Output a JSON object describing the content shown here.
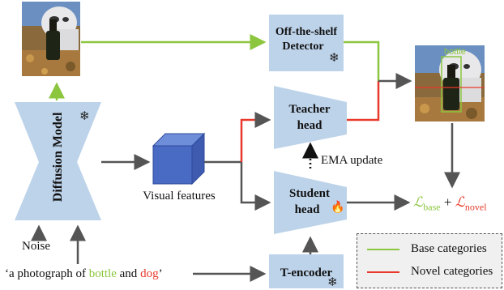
{
  "nodes": {
    "diffusion_model": "Diffusion Model",
    "visual_features": "Visual features",
    "detector_line1": "Off-the-shelf",
    "detector_line2": "Detector",
    "teacher_line1": "Teacher",
    "teacher_line2": "head",
    "student_line1": "Student",
    "student_line2": "head",
    "tencoder": "T-encoder",
    "noise": "Noise",
    "ema_update": "EMA update"
  },
  "prompt": {
    "prefix": "‘a photograph of ",
    "word1": "bottle",
    "middle": " and ",
    "word2": "dog",
    "suffix": "’"
  },
  "loss": {
    "base_symbol": "ℒ",
    "base_sub": "base",
    "plus": " + ",
    "novel_symbol": "ℒ",
    "novel_sub": "novel"
  },
  "detection_label": "bottle",
  "legend": {
    "base": "Base categories",
    "novel": "Novel categories"
  },
  "icons": {
    "frozen": "snowflake-icon",
    "trainable": "flame-icon"
  },
  "colors": {
    "base": "#8cc63f",
    "novel": "#e8392b",
    "block": "#bdd3ea",
    "cube": "#4a6bc4",
    "arrow": "#555555"
  }
}
